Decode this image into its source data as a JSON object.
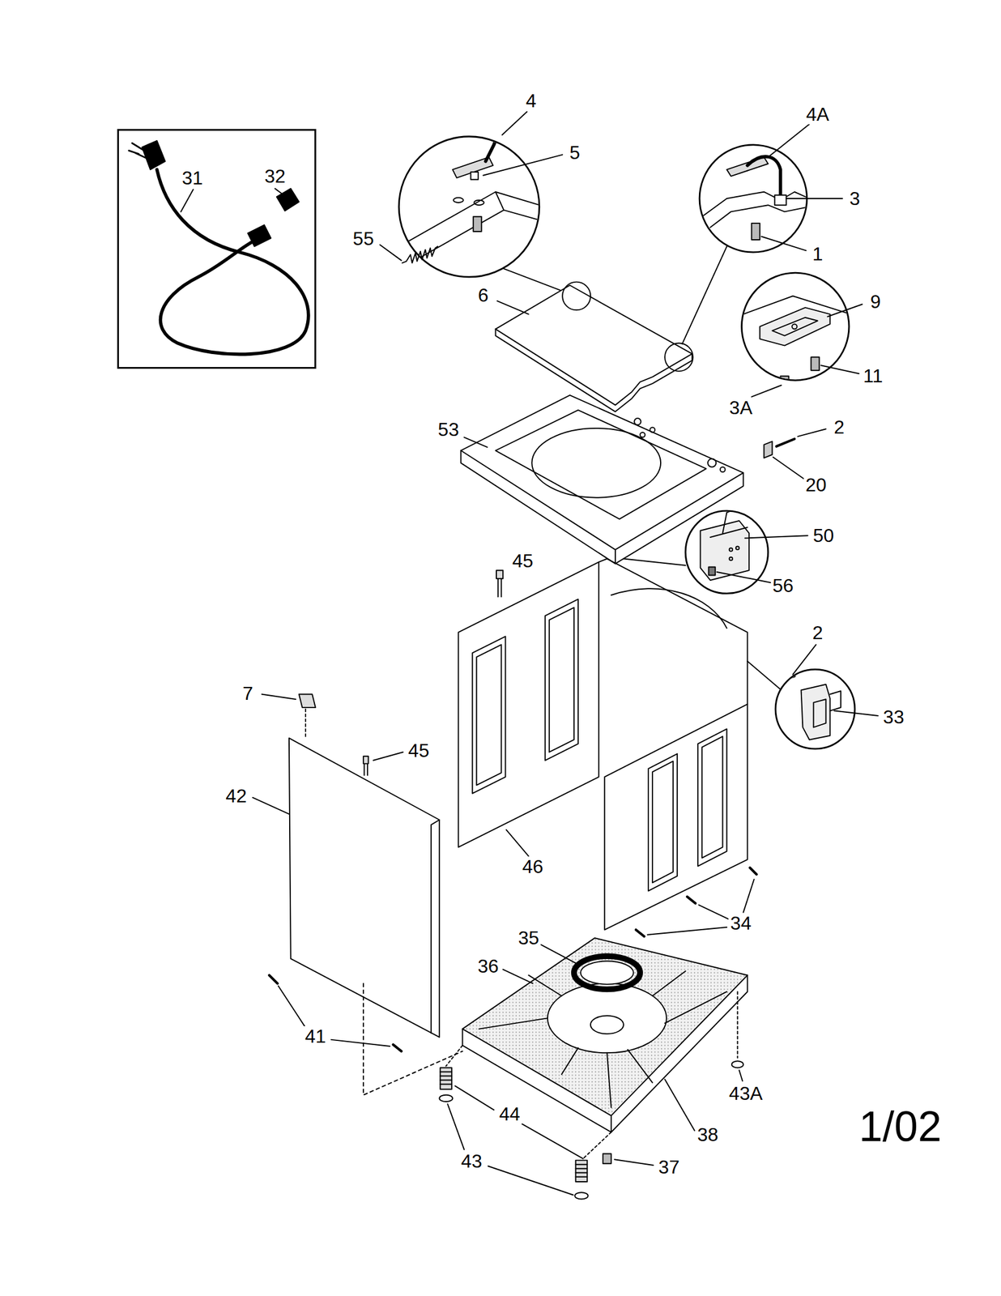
{
  "diagram": {
    "nodes": [
      {
        "text": [
          "31",
          "32"
        ]
      }
    ],
    "labels": [
      "4",
      "4A",
      "5",
      "3",
      "1",
      "55",
      "6",
      "9",
      "11",
      "3A",
      "53",
      "2",
      "20",
      "50",
      "56",
      "45",
      "2",
      "7",
      "45",
      "33",
      "42",
      "46",
      "34",
      "35",
      "36",
      "41",
      "43A",
      "44",
      "38",
      "43",
      "37",
      "1/02"
    ]
  }
}
